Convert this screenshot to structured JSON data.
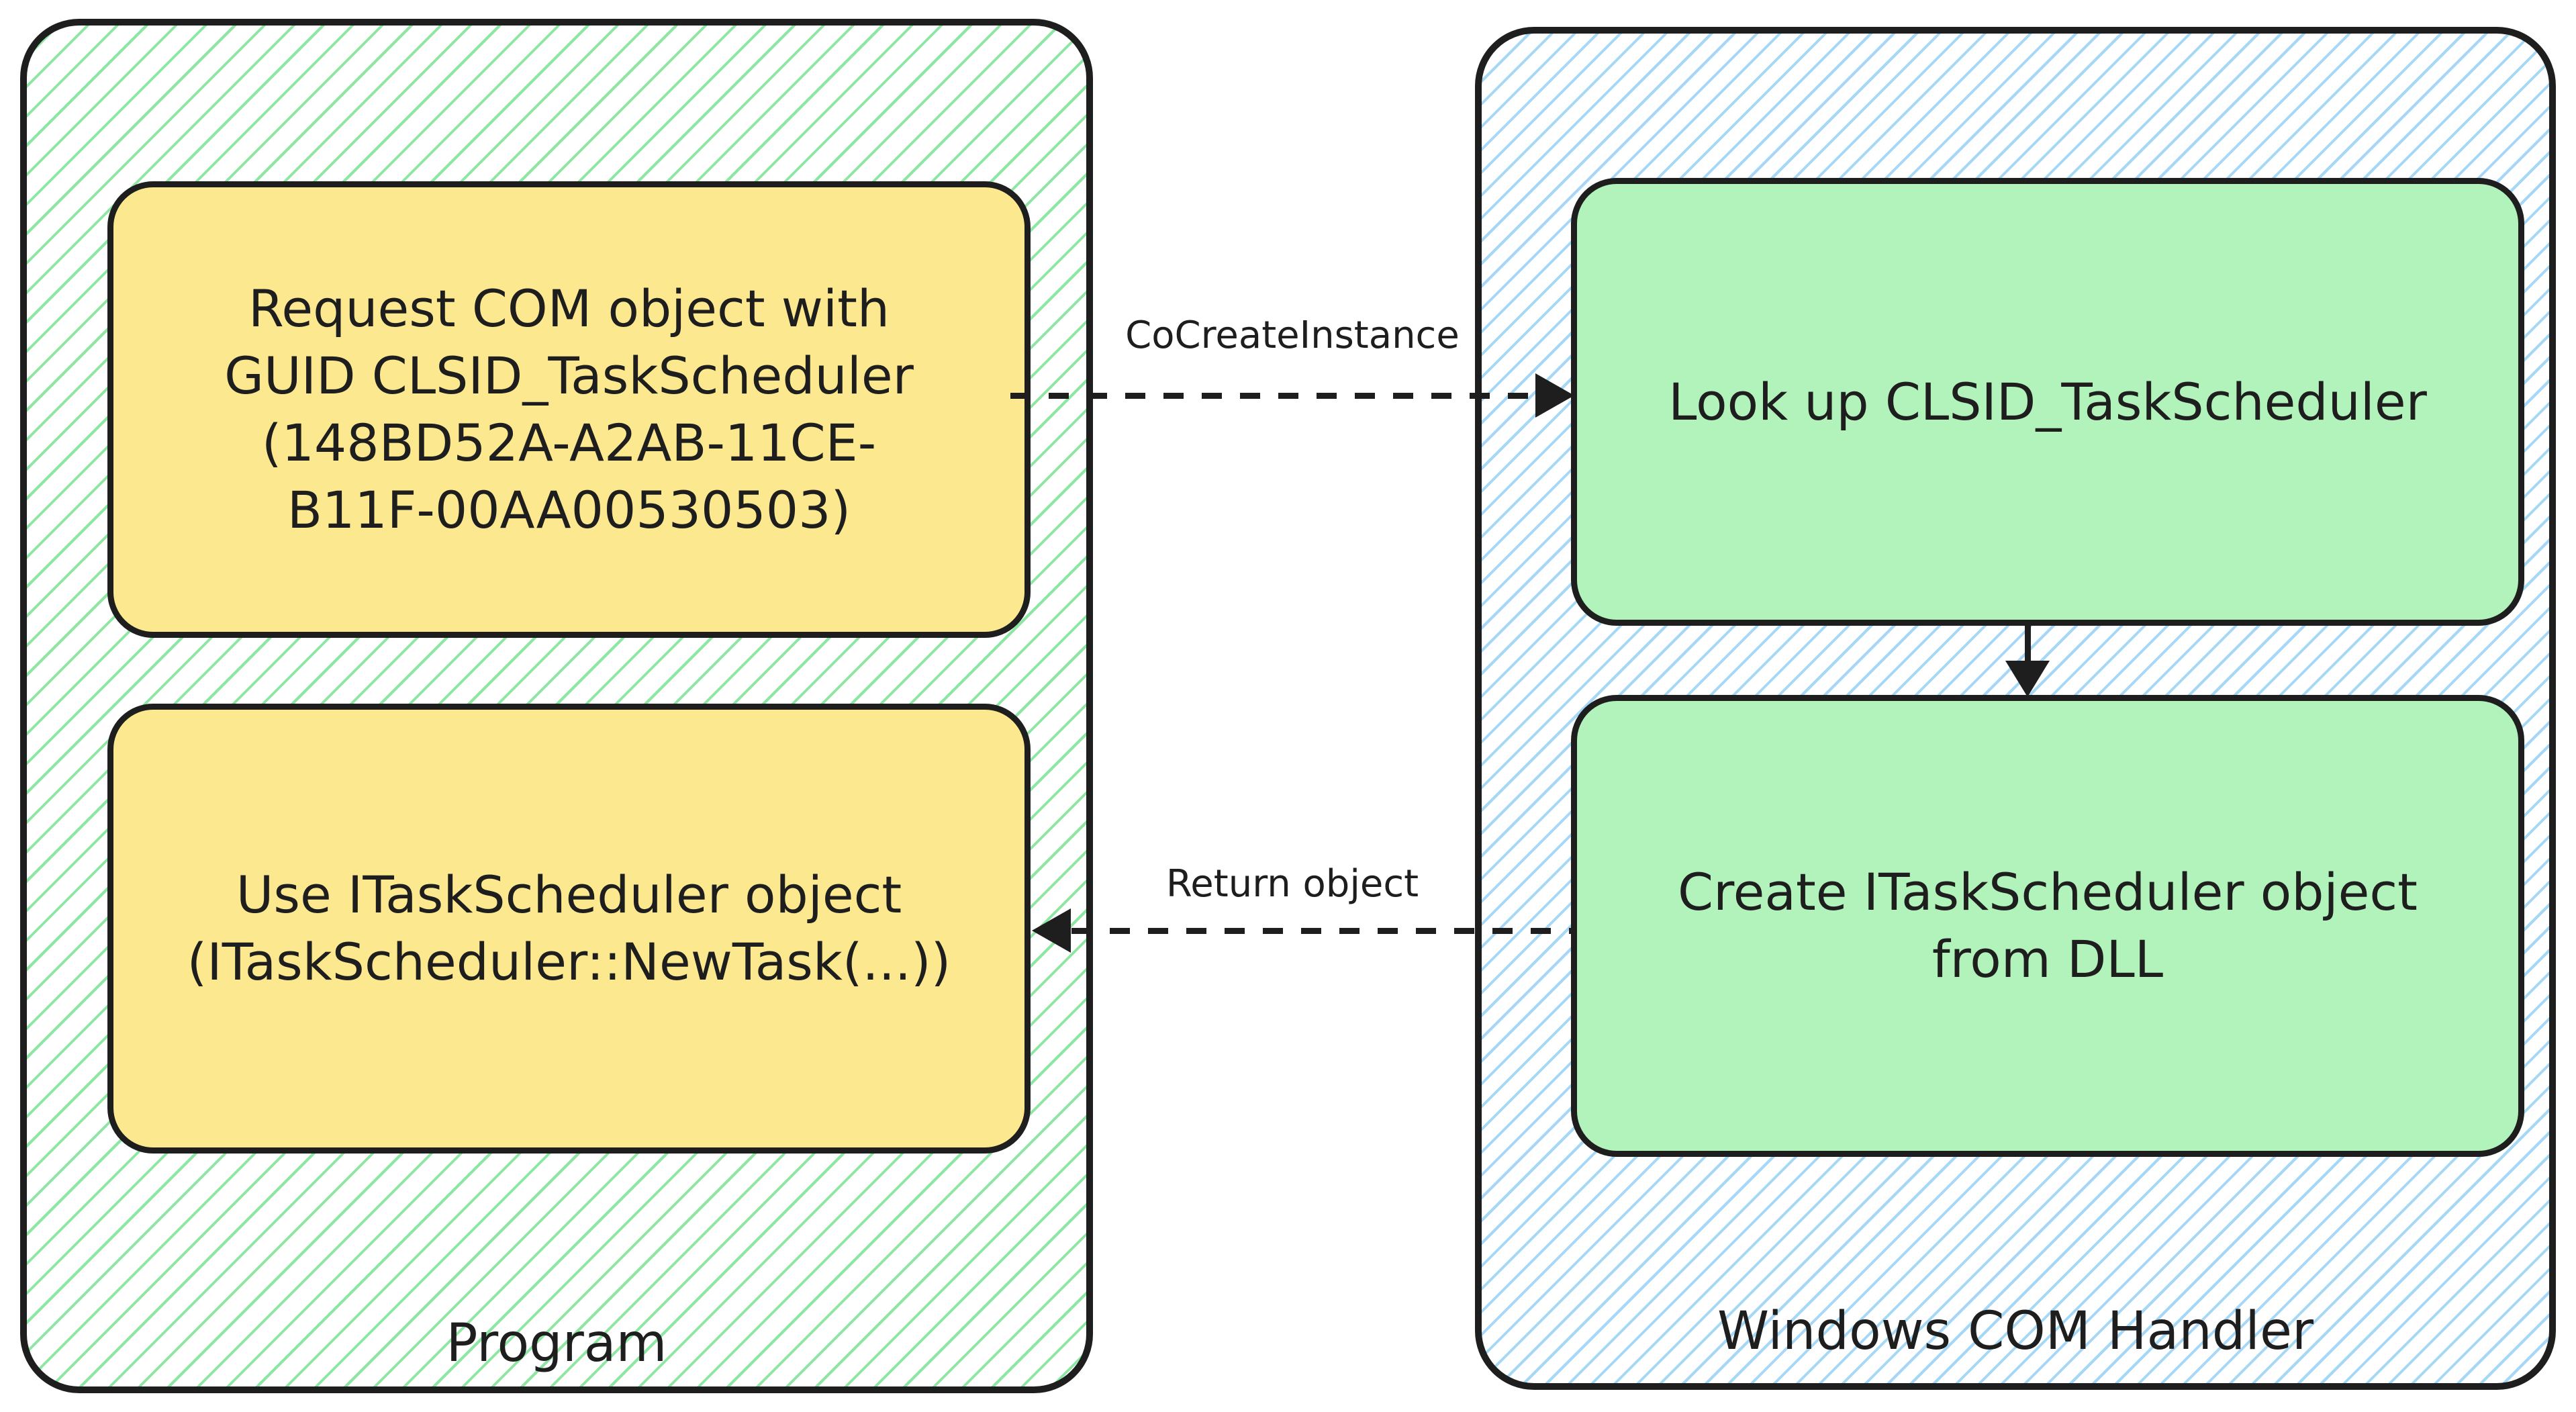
{
  "diagram": {
    "type": "flowchart",
    "program": {
      "label": "Program",
      "boxes": [
        {
          "text": "Request COM object with\nGUID CLSID_TaskScheduler\n(148BD52A-A2AB-11CE-\nB11F-00AA00530503)"
        },
        {
          "text": "Use ITaskScheduler object\n(ITaskScheduler::NewTask(...))"
        }
      ]
    },
    "com_handler": {
      "label": "Windows COM Handler",
      "boxes": [
        {
          "text": "Look up CLSID_TaskScheduler"
        },
        {
          "text": "Create ITaskScheduler object\nfrom DLL"
        }
      ]
    },
    "arrows": [
      {
        "label": "CoCreateInstance",
        "style": "dashed",
        "direction": "right"
      },
      {
        "label": "Return object",
        "style": "dashed",
        "direction": "left"
      },
      {
        "label": "",
        "style": "solid",
        "direction": "down"
      }
    ],
    "colors": {
      "yellow_box_fill": "#fbe88f",
      "green_box_fill": "#b2f2bb",
      "green_hatch": "#8ee6a3",
      "blue_hatch": "#a5d8f7",
      "stroke": "#1e1e1e",
      "background": "#ffffff"
    }
  }
}
